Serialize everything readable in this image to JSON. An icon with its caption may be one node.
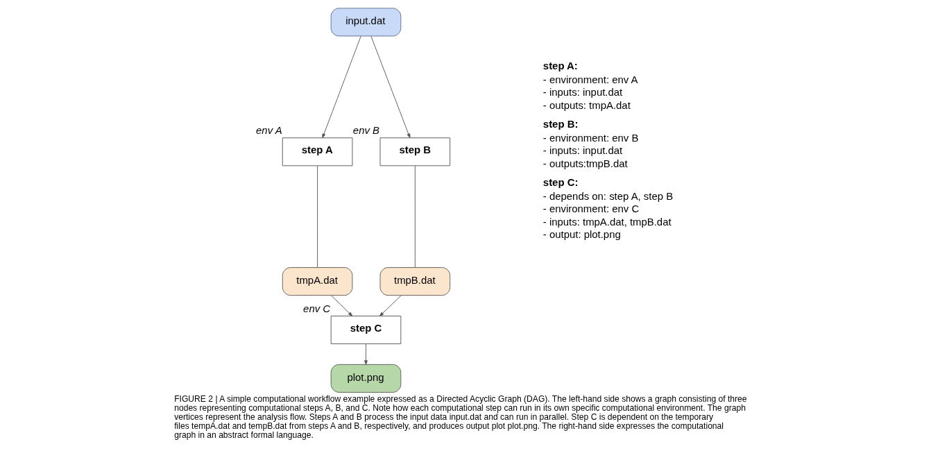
{
  "diagram": {
    "caption": "FIGURE 2 | A simple computational workflow example expressed as a Directed Acyclic Graph (DAG). The left-hand side shows a graph consisting of three nodes representing computational steps A, B, and C. Note how each computational step can run in its own specific computational environment. The graph vertices represent the analysis flow. Steps A and B process the input data input.dat and can run in parallel. Step C is dependent on the temporary files tempA.dat and tempB.dat from steps A and B, respectively, and produces output plot plot.png. The right-hand side expresses the computational graph in an abstract formal language.",
    "nodes": [
      {
        "text": [
          "input.dat"
        ]
      },
      {
        "text": [
          "step A"
        ],
        "beside": [
          "env A"
        ]
      },
      {
        "text": [
          "step B"
        ],
        "beside": [
          "env B"
        ]
      },
      {
        "text": [
          "tmpA.dat"
        ]
      },
      {
        "text": [
          "tmpB.dat"
        ]
      },
      {
        "text": [
          "step C"
        ],
        "beside": [
          "env C"
        ]
      },
      {
        "text": [
          "plot.png"
        ]
      }
    ],
    "edges": [
      {
        "from": 0,
        "to": 1,
        "arrow": "to"
      },
      {
        "from": 0,
        "to": 2,
        "arrow": "to"
      },
      {
        "from": 1,
        "to": 3,
        "arrow": "none"
      },
      {
        "from": 2,
        "to": 4,
        "arrow": "none"
      },
      {
        "from": 3,
        "to": 5,
        "arrow": "to"
      },
      {
        "from": 4,
        "to": 5,
        "arrow": "to"
      },
      {
        "from": 5,
        "to": 6,
        "arrow": "to"
      }
    ],
    "labels": [
      "step A:",
      "- environment: env A",
      "- inputs: input.dat",
      "- outputs: tmpA.dat",
      "step B:",
      "- environment: env B",
      "- inputs: input.dat",
      "- outputs:tmpB.dat",
      "step C:",
      "- depends on: step A, step B",
      "- environment: env C",
      "- inputs: tmpA.dat, tmpB.dat",
      "- output: plot.png"
    ]
  }
}
